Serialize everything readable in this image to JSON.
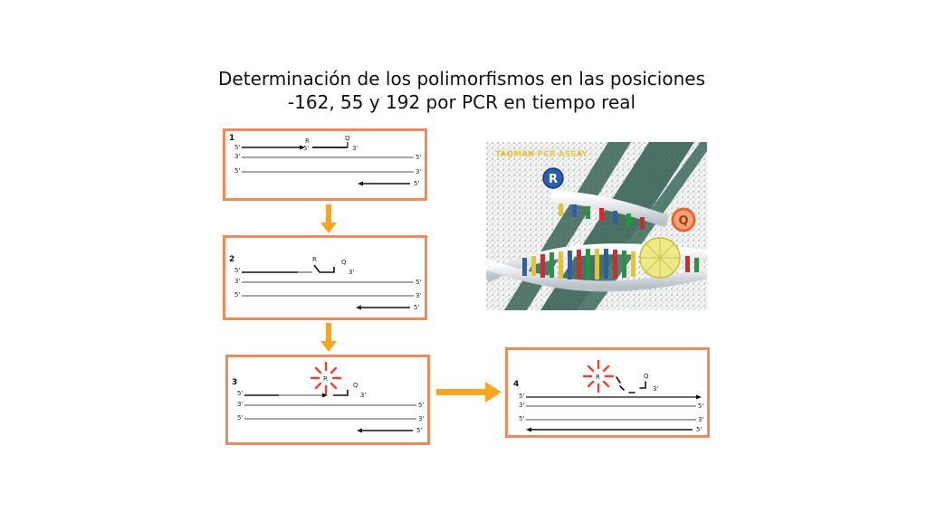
{
  "title": {
    "line1": "Determinación de los polimorfismos en las posiciones",
    "line2": "-162, 55 y 192 por PCR en tiempo real"
  },
  "steps": [
    {
      "number": "1"
    },
    {
      "number": "2"
    },
    {
      "number": "3"
    },
    {
      "number": "4"
    }
  ],
  "labels": {
    "five_prime": "5'",
    "three_prime": "3'",
    "reporter": "R",
    "quencher": "Q"
  },
  "illustration": {
    "caption": "TAQMAN PCR ASSAY",
    "reporter_badge": "R",
    "quencher_badge": "Q"
  },
  "colors": {
    "panel_border": "#f08a5d",
    "arrow": "#f5a623",
    "fluorescence": "#e8452c",
    "reporter_blue": "#2a5db0",
    "quencher_orange": "#e8652c"
  }
}
